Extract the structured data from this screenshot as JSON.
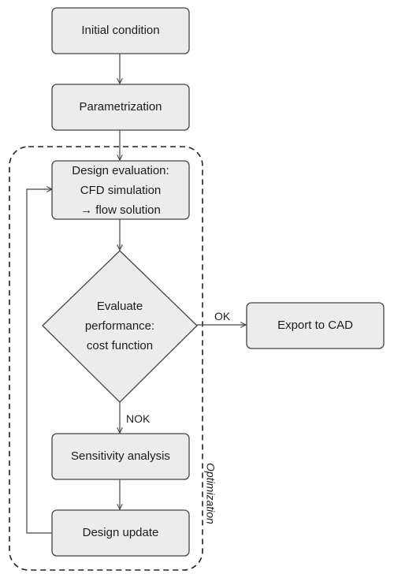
{
  "diagram": {
    "nodes": {
      "initial_condition": {
        "lines": [
          "Initial condition"
        ]
      },
      "parametrization": {
        "lines": [
          "Parametrization"
        ]
      },
      "design_evaluation": {
        "lines": [
          "Design evaluation:",
          "CFD simulation",
          "→ flow solution"
        ]
      },
      "evaluate_performance": {
        "lines": [
          "Evaluate",
          "performance:",
          "cost function"
        ]
      },
      "export_cad": {
        "lines": [
          "Export to CAD"
        ]
      },
      "sensitivity_analysis": {
        "lines": [
          "Sensitivity analysis"
        ]
      },
      "design_update": {
        "lines": [
          "Design update"
        ]
      }
    },
    "edge_labels": {
      "ok": "OK",
      "nok": "NOK"
    },
    "group_label": "Optimization",
    "colors": {
      "box_fill": "#ececec",
      "box_stroke": "#444444",
      "line": "#444444",
      "text": "#1c1c1c"
    }
  }
}
